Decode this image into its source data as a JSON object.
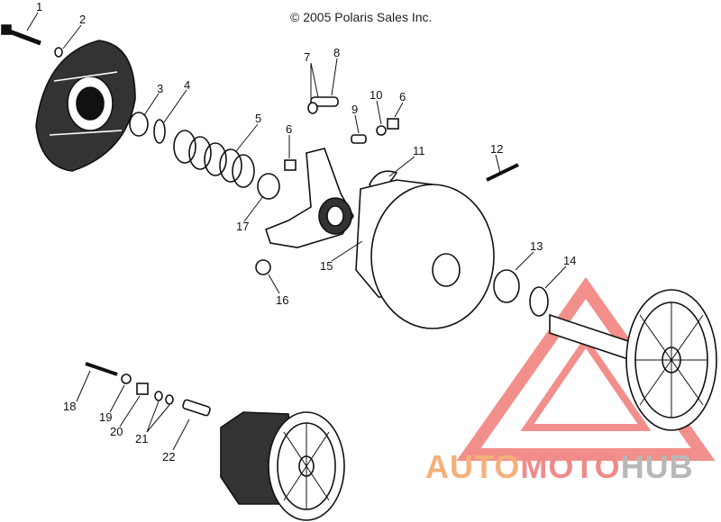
{
  "copyright": "© 2005 Polaris Sales Inc.",
  "callouts": [
    "1",
    "2",
    "3",
    "4",
    "5",
    "6",
    "6",
    "7",
    "8",
    "9",
    "10",
    "11",
    "12",
    "13",
    "14",
    "15",
    "16",
    "17",
    "18",
    "19",
    "20",
    "21",
    "22"
  ],
  "watermark": {
    "part1": "AUTO",
    "part2": "MOTO",
    "part3": "HUB"
  },
  "colors": {
    "line": "#111111",
    "watermark_red": "#e8352c",
    "watermark_orange": "#f5a25a",
    "watermark_gray": "#9c9c9c"
  }
}
